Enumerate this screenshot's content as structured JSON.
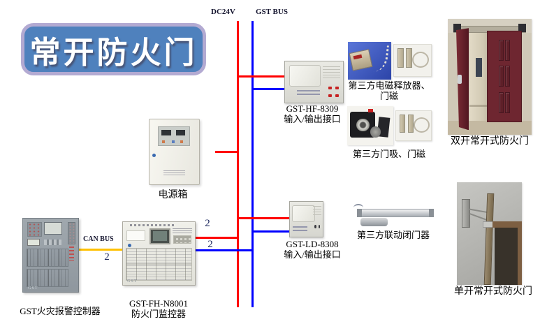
{
  "title": {
    "text": "常开防火门"
  },
  "colors": {
    "wire_red": "#ff0000",
    "wire_blue": "#0000ff",
    "wire_can": "#ffc000",
    "title_fill": "#4f81bd",
    "title_border": "#b3aad2"
  },
  "buses": {
    "dc24v_label": "DC24V",
    "gst_bus_label": "GST BUS",
    "can_bus_label": "CAN BUS"
  },
  "wire_counts": {
    "can": "2",
    "monitor_power": "2",
    "monitor_signal": "2"
  },
  "devices": {
    "hf8309": {
      "model": "GST-HF-8309",
      "desc": "输入/输出接口"
    },
    "ld8308": {
      "model": "GST-LD-8308",
      "desc": "输入/输出接口"
    },
    "power_box": {
      "label": "电源箱"
    },
    "controller": {
      "label": "GST火灾报警控制器",
      "logo": "GST"
    },
    "monitor": {
      "model": "GST-FH-N8001",
      "desc": "防火门监控器",
      "logo": "GST"
    },
    "em_release": {
      "label_line1": "第三方电磁释放器、",
      "label_line2": "门磁"
    },
    "door_holder": {
      "label": "第三方门吸、门磁"
    },
    "door_closer": {
      "label": "第三方联动闭门器"
    },
    "double_door": {
      "label": "双开常开式防火门"
    },
    "single_door": {
      "label": "单开常开式防火门"
    }
  }
}
